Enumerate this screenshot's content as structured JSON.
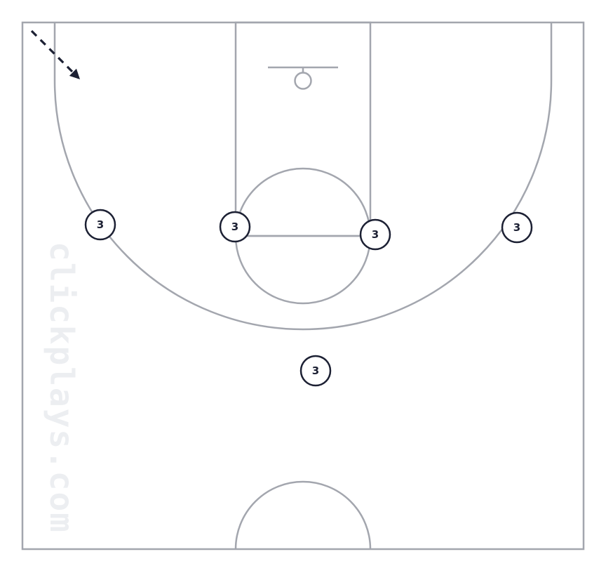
{
  "watermark": "clickplays.com",
  "colors": {
    "court_line": "#a3a6ae",
    "player_stroke": "#1c2033",
    "player_text": "#1c2033",
    "arrow": "#1c2033",
    "watermark": "#eceef1"
  },
  "players": [
    {
      "label": "3"
    },
    {
      "label": "3"
    },
    {
      "label": "3"
    },
    {
      "label": "3"
    },
    {
      "label": "3"
    }
  ],
  "movements": [
    {
      "style": "dashed",
      "head": "arrow"
    }
  ]
}
